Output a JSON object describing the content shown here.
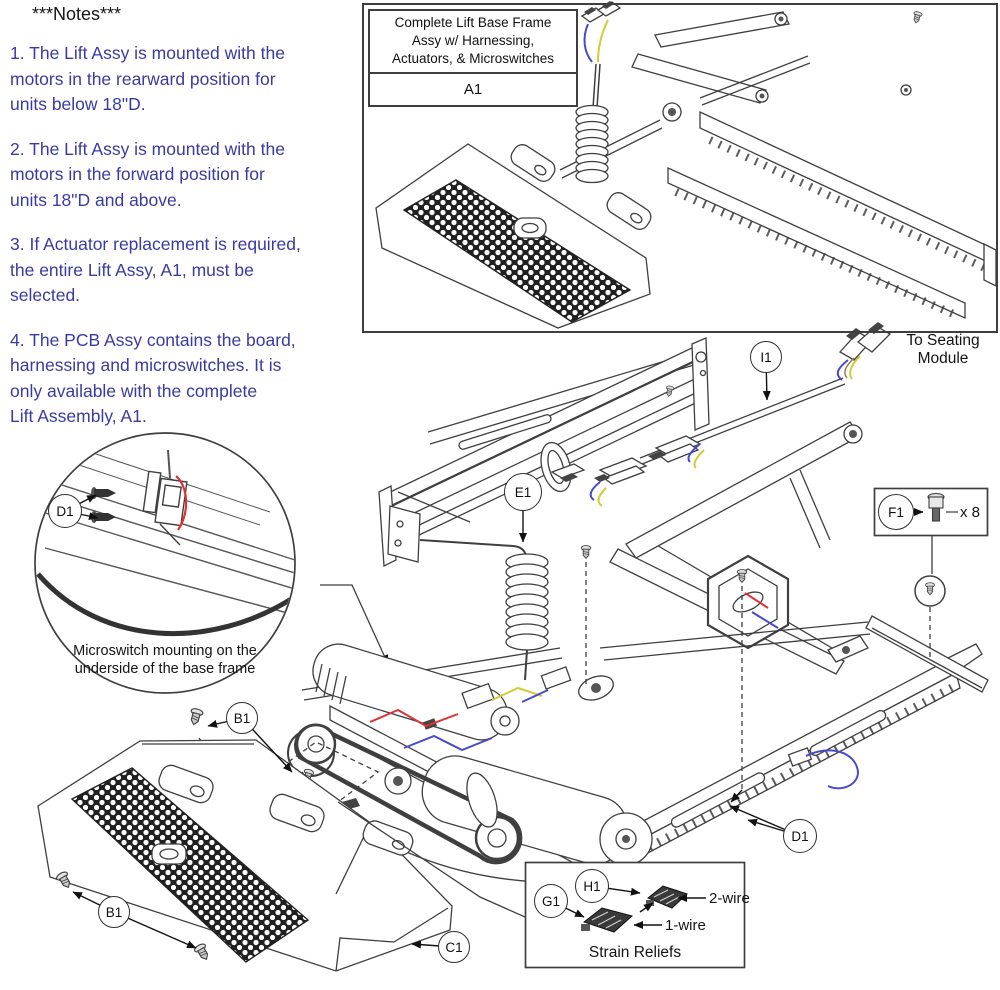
{
  "notes": {
    "title": "***Notes***",
    "n1": [
      "1. The Lift Assy is mounted with the",
      "motors in the rearward position for",
      "units below 18\"D."
    ],
    "n2": [
      "2. The Lift Assy is mounted with the",
      "motors in the forward position for",
      "units 18\"D and above."
    ],
    "n3": [
      "3. If Actuator replacement is required,",
      "the entire Lift Assy, A1, must be",
      "selected."
    ],
    "n4": [
      "4. The PCB Assy contains the board,",
      "harnessing and microswitches. It is",
      "only available with the complete",
      "Lift Assembly, A1."
    ]
  },
  "top_assembly": {
    "label_lines": [
      "Complete Lift Base Frame",
      "Assy w/ Harnessing,",
      "Actuators, & Microswitches"
    ],
    "code": "A1"
  },
  "callouts": {
    "i1": "I1",
    "e1": "E1",
    "f1": "F1",
    "d1_detail": "D1",
    "d1_main": "D1",
    "b1_upper": "B1",
    "b1_lower": "B1",
    "c1": "C1",
    "g1": "G1",
    "h1": "H1"
  },
  "labels": {
    "to_seating": [
      "To Seating",
      "Module"
    ],
    "f1_qty": "x 8",
    "two_wire": "2-wire",
    "one_wire": "1-wire",
    "strain_reliefs": "Strain Reliefs",
    "microswitch_caption": [
      "Microswitch mounting on the",
      "underside of the base frame"
    ]
  },
  "colors": {
    "note_text": "#3a3aa3",
    "line_art": "#3f3f3f",
    "wire_red": "#e03232",
    "wire_blue": "#4a4ac8",
    "wire_yellow": "#d2cc3c",
    "wire_brown": "#9a7b52"
  }
}
